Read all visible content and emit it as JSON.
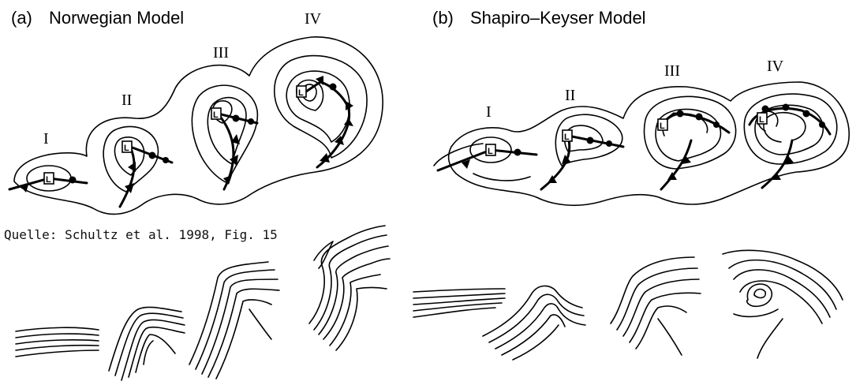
{
  "panels": {
    "a": {
      "letter": "(a)",
      "title": "Norwegian Model"
    },
    "b": {
      "letter": "(b)",
      "title": "Shapiro–Keyser Model"
    }
  },
  "stages": [
    "I",
    "II",
    "III",
    "IV"
  ],
  "low_symbol": "L",
  "source": "Quelle: Schultz et al. 1998, Fig. 15"
}
